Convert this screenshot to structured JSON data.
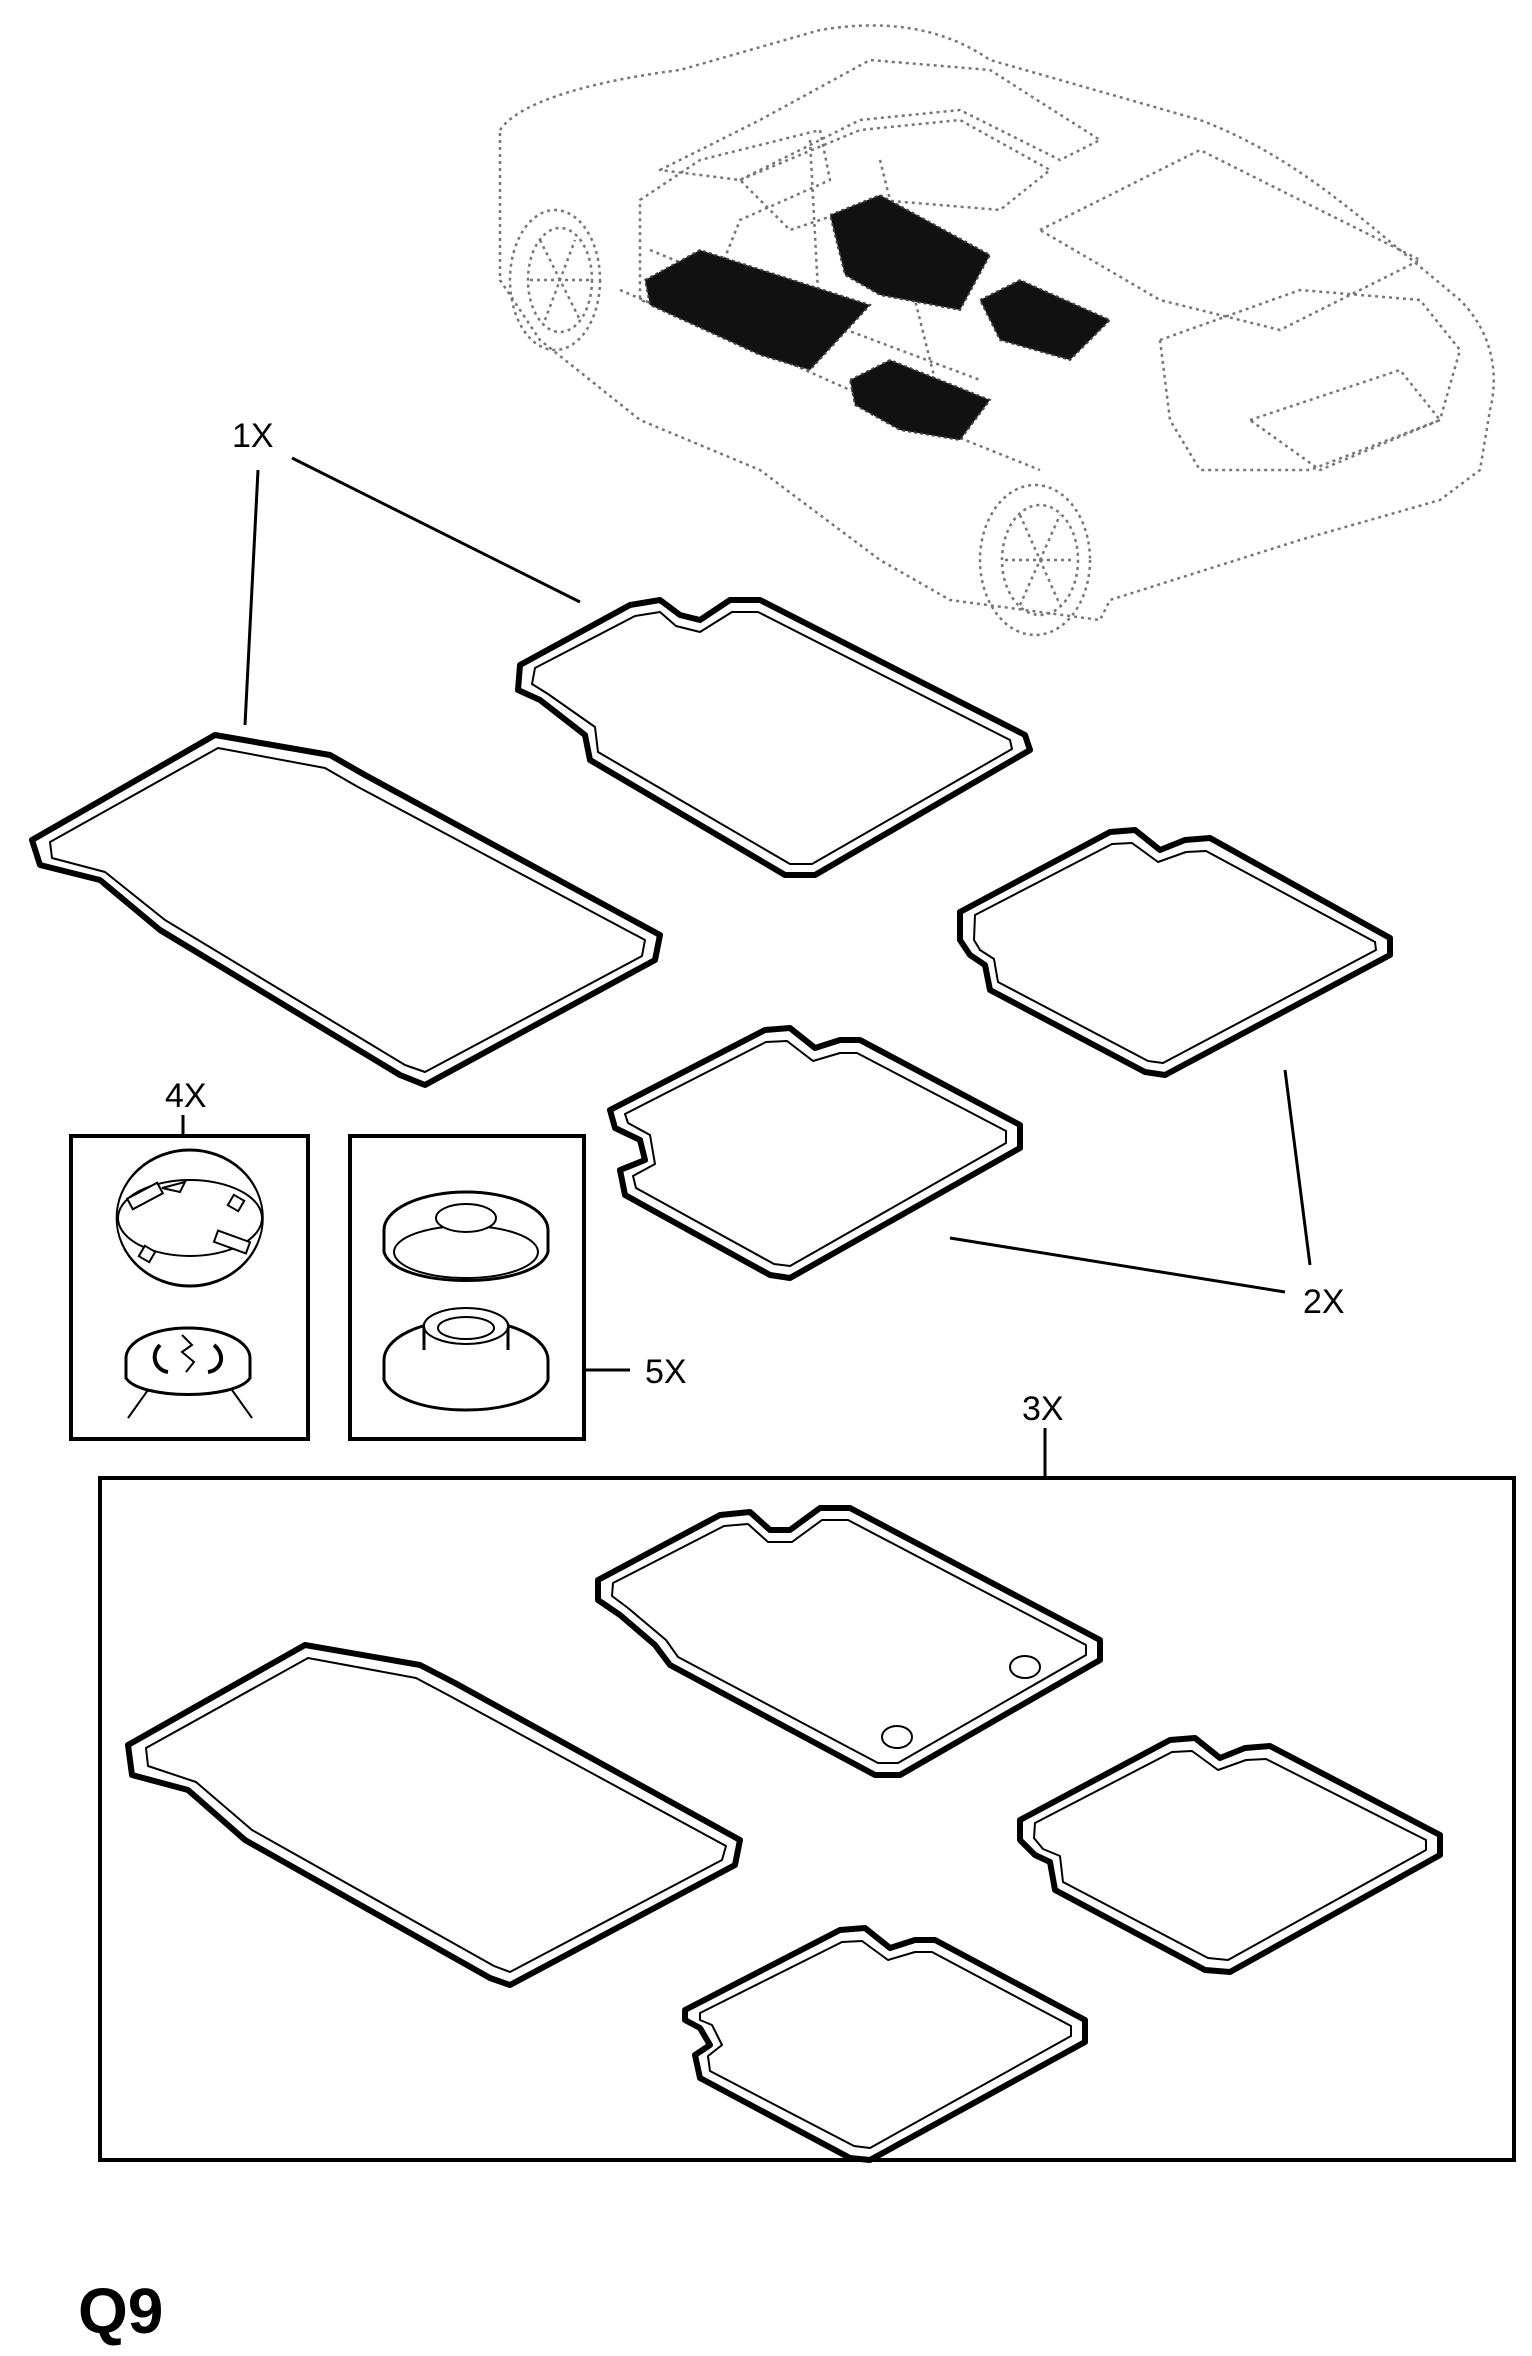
{
  "callouts": {
    "c1": "1X",
    "c2": "2X",
    "c3": "3X",
    "c4": "4X",
    "c5": "5X"
  },
  "page_id": "Q9"
}
